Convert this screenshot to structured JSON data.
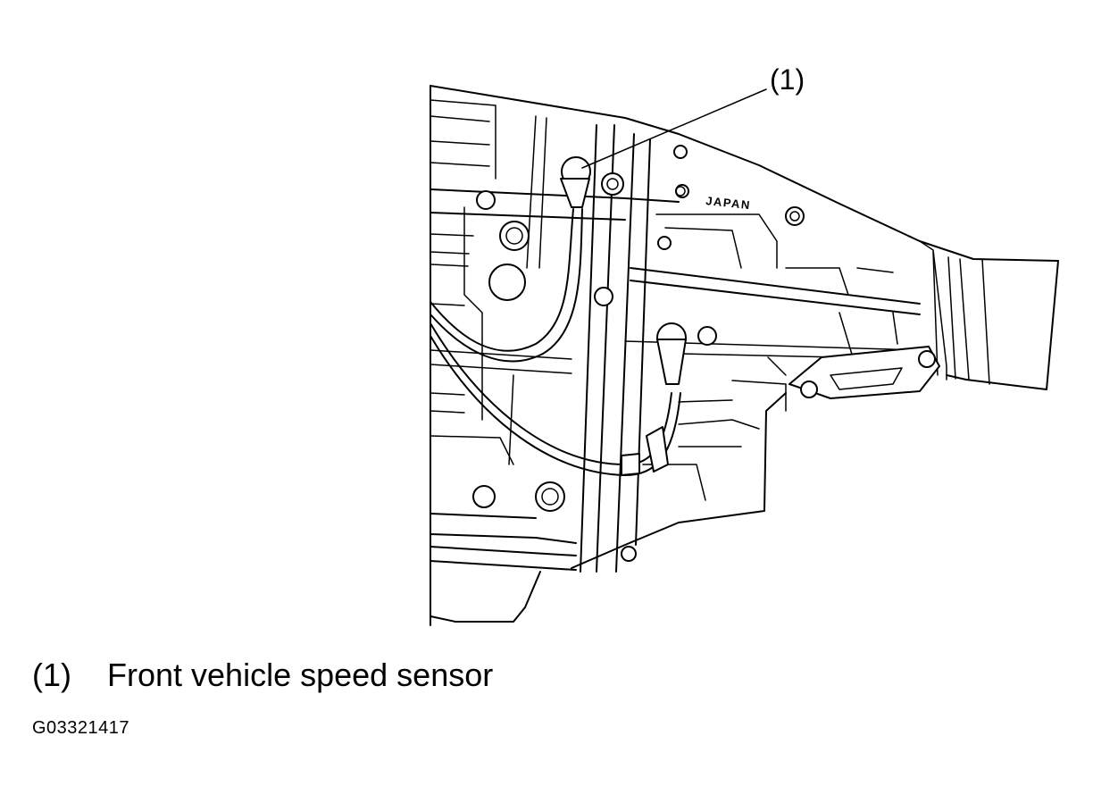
{
  "callout": {
    "number": "(1)"
  },
  "legend": {
    "number": "(1)",
    "label": "Front vehicle speed sensor"
  },
  "figure_code": "G03321417",
  "housing_stamp": "JAPAN"
}
